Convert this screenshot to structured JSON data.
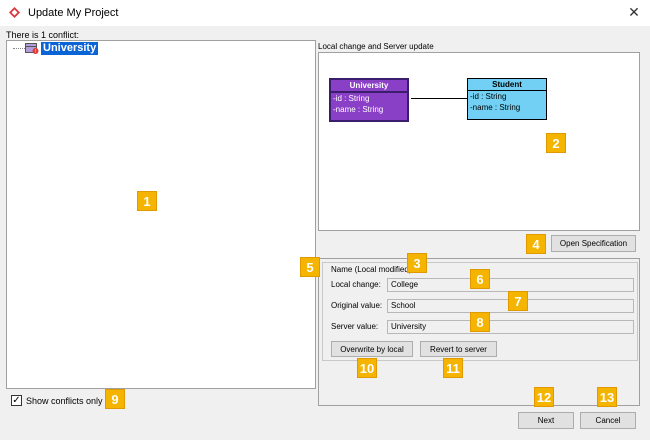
{
  "window": {
    "title": "Update My Project",
    "close_glyph": "✕",
    "app_icon": "app-logo-icon"
  },
  "conflicts": {
    "label": "There is 1 conflict:",
    "tree_item": "University",
    "show_only_label": "Show conflicts only",
    "show_only_checked": true
  },
  "diagram": {
    "label": "Local change and Server update",
    "classes": [
      {
        "name": "University",
        "attrs": [
          "-id : String",
          "-name : String"
        ],
        "color": "#8a3fc7"
      },
      {
        "name": "Student",
        "attrs": [
          "-id : String",
          "-name : String"
        ],
        "color": "#71d0f4"
      }
    ]
  },
  "spec_button": "Open Specification",
  "name_group": {
    "title": "Name (Local modified)",
    "local_change_label": "Local change:",
    "local_change_value": "College",
    "original_value_label": "Original value:",
    "original_value_value": "School",
    "server_value_label": "Server value:",
    "server_value_value": "University",
    "overwrite_button": "Overwrite by local",
    "revert_button": "Revert to server"
  },
  "footer": {
    "next": "Next",
    "cancel": "Cancel"
  },
  "badges": [
    "1",
    "2",
    "3",
    "4",
    "5",
    "6",
    "7",
    "8",
    "9",
    "10",
    "11",
    "12",
    "13"
  ],
  "colors": {
    "badge": "#f4b400",
    "selection": "#0a64d6"
  }
}
